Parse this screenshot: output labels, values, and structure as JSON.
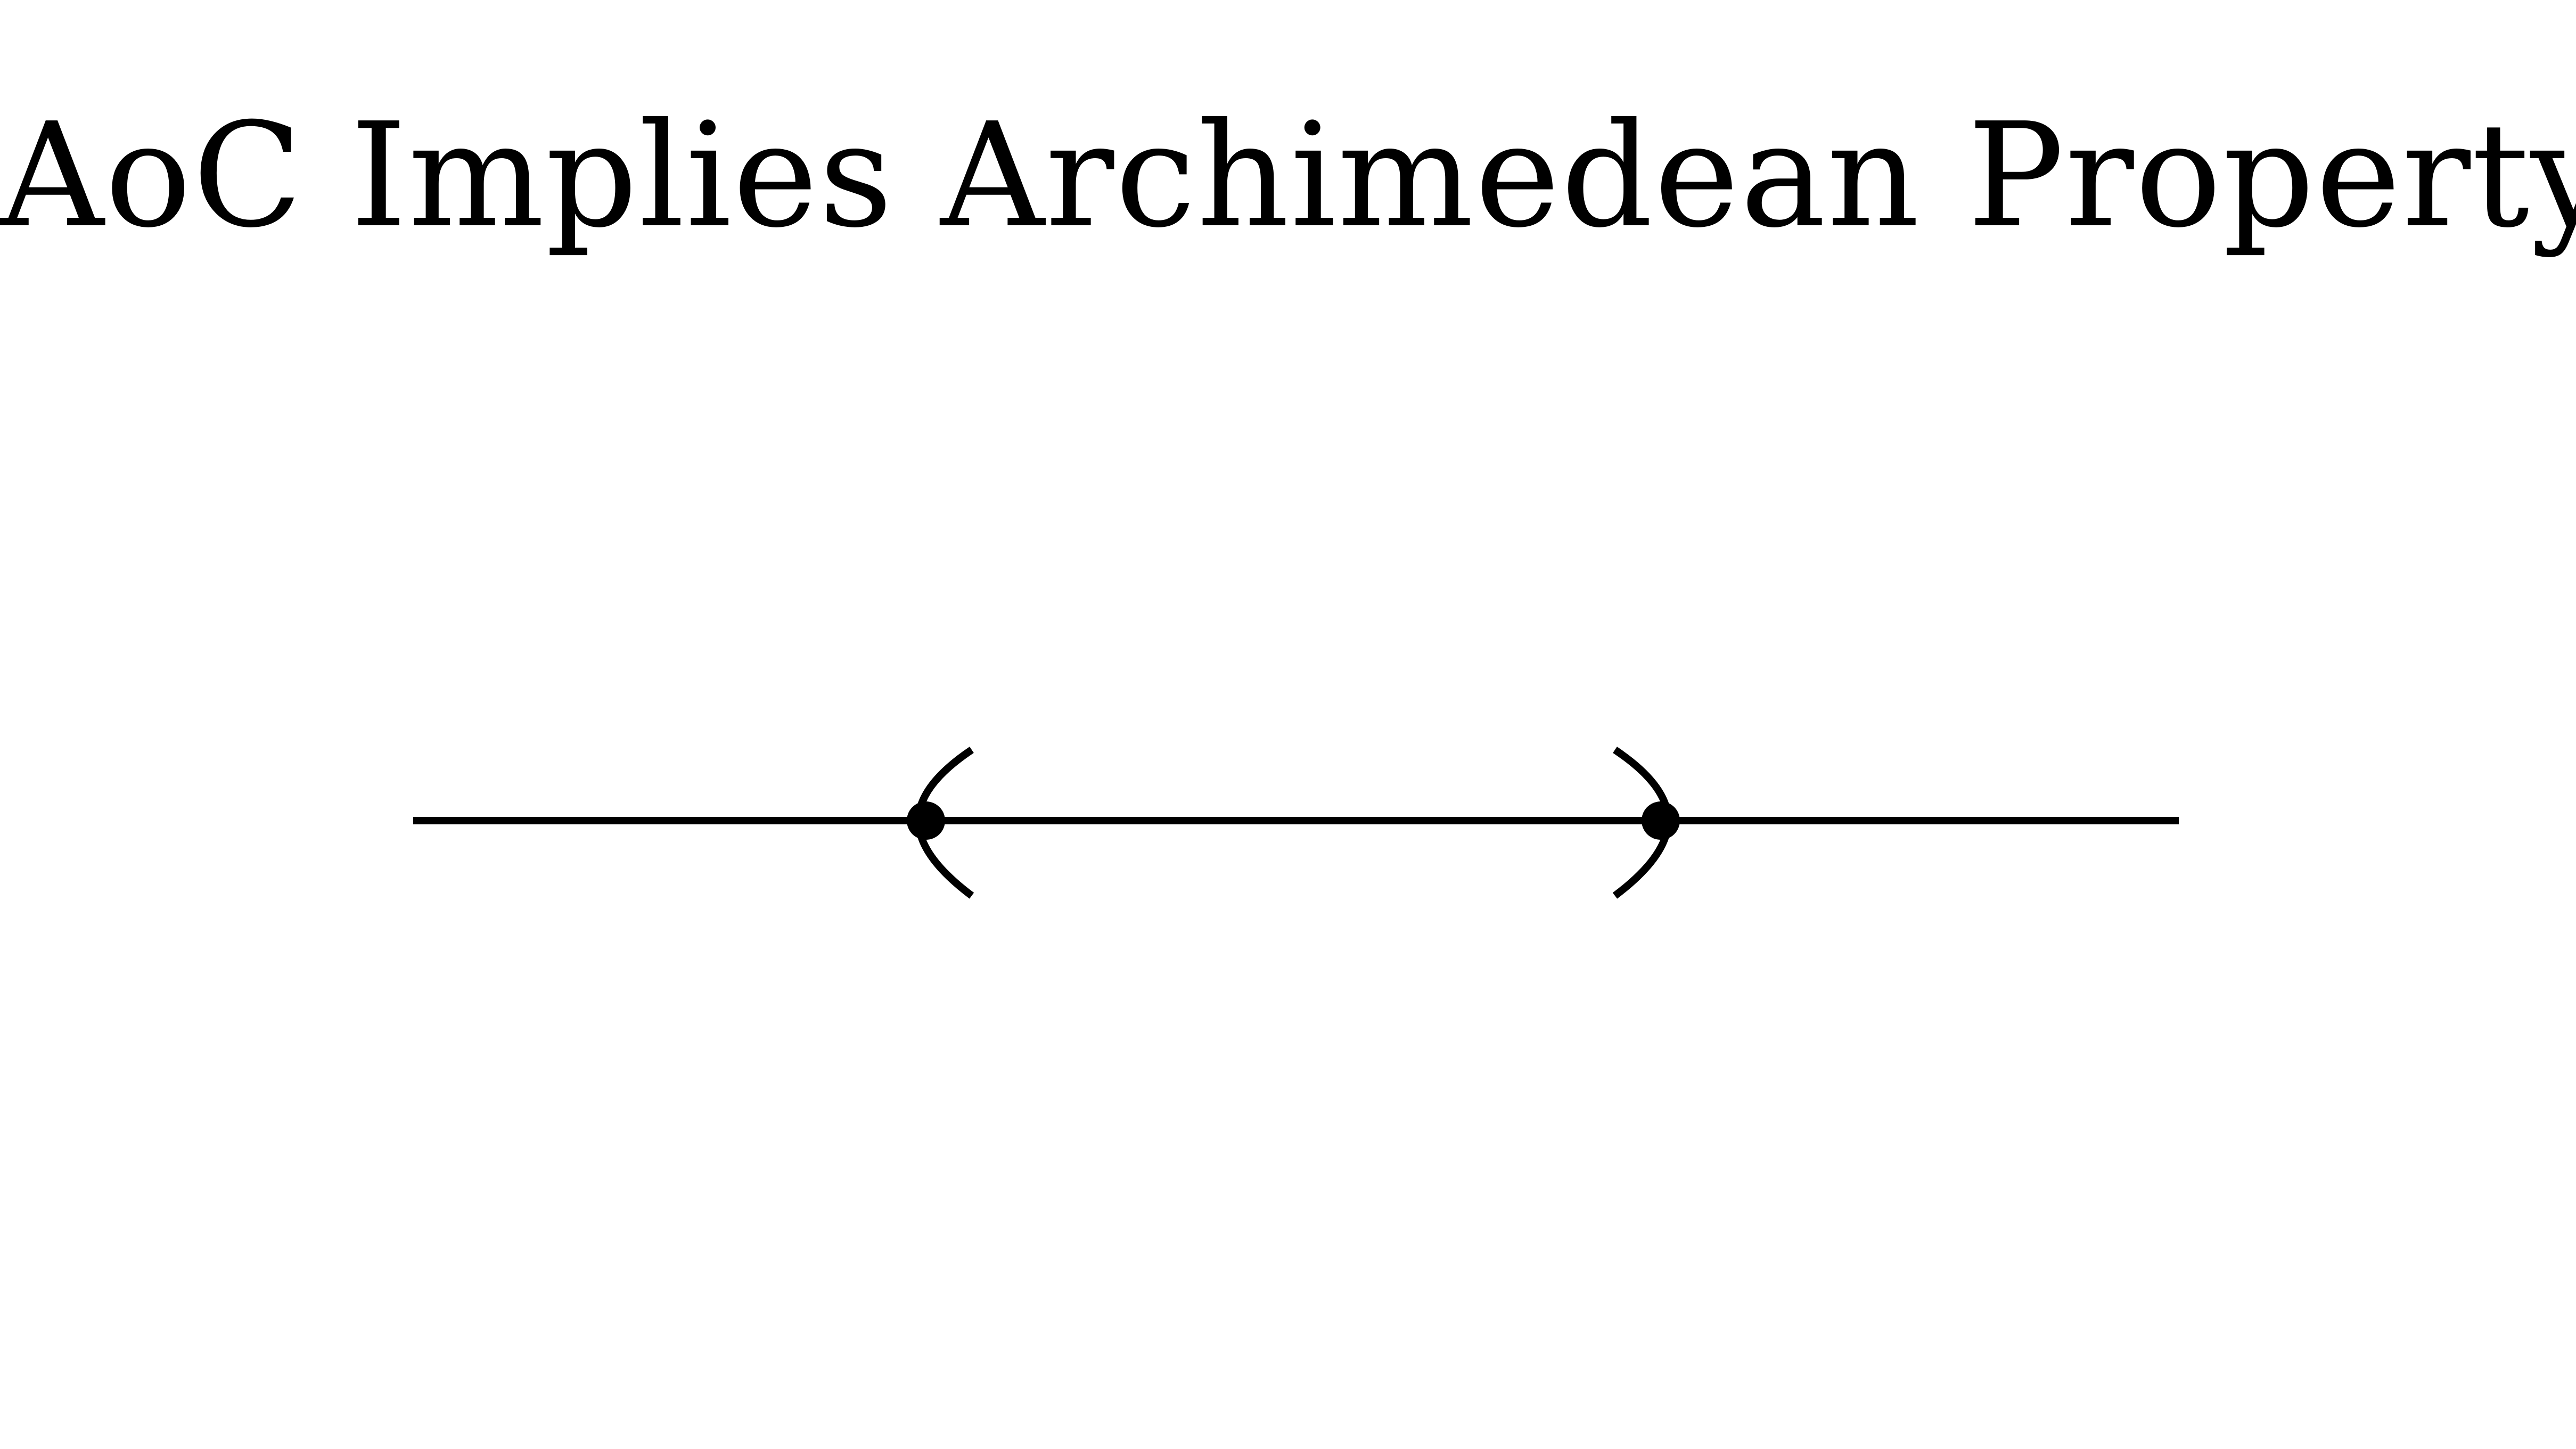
{
  "title": "AoC Implies Archimedean Property",
  "colors": {
    "background": "#ffffff",
    "ink": "#000000"
  },
  "diagram": {
    "type": "number-line",
    "elements": [
      "number-line",
      "left-endpoint-dot",
      "right-endpoint-dot",
      "left-open-parenthesis",
      "right-open-parenthesis"
    ]
  }
}
